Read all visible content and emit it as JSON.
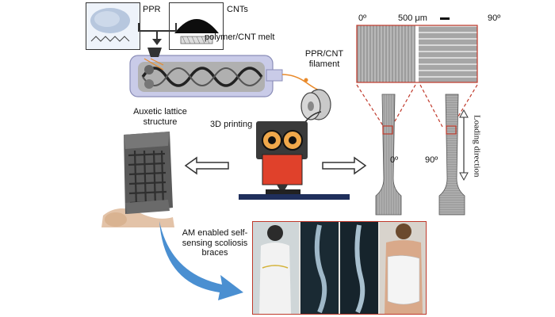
{
  "materials": {
    "ppr": "PPR",
    "cnts": "CNTs",
    "melt": "polymer/CNT melt",
    "filament": "PPR/CNT filament"
  },
  "process": {
    "printing": "3D printing"
  },
  "lattice": {
    "label": "Auxetic lattice structure"
  },
  "specimens": {
    "angle_0": "0º",
    "angle_90": "90º",
    "scale_bar": "500 μm",
    "loading_direction": "Loading direction"
  },
  "application": {
    "label": "AM enabled self-sensing scoliosis braces"
  },
  "colors": {
    "printer_red": "#e0412b",
    "filament_orange": "#e98a2a",
    "arrow_blue": "#4a8fd1",
    "frame_red": "#c0392b",
    "bed_navy": "#1f2f5c"
  }
}
